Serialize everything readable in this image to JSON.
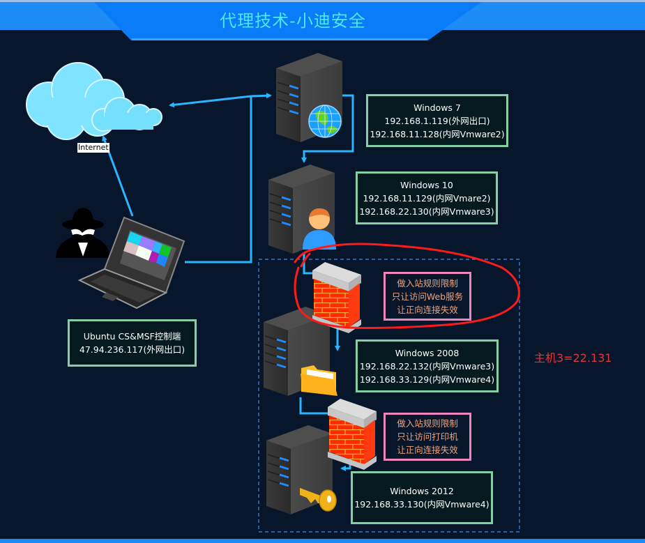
{
  "header": {
    "title": "代理技术-小迪安全",
    "bar_color": "#1e8cf5",
    "center_color": "#0a7cf8",
    "title_color": "#4ee6f0"
  },
  "colors": {
    "background": "#07162b",
    "connector": "#2bb5ff",
    "info_border": "#86cfa6",
    "rule_border": "#f085bd",
    "rule_text": "#f2a37a",
    "annotation": "#ff1a1a",
    "dashed_zone": "#3a8ef0"
  },
  "internet": {
    "label": "Internet",
    "icon": "cloud-icon"
  },
  "attacker": {
    "icons": [
      "hacker-icon",
      "laptop-icon"
    ],
    "box": {
      "line1": "Ubuntu CS&MSF控制端",
      "line2": "47.94.236.117(外网出口)"
    }
  },
  "hosts": [
    {
      "id": "win7",
      "icon": "globe-icon",
      "name": "Windows 7",
      "ips": [
        "192.168.1.119(外网出口)",
        "192.168.11.128(内网Vmware2)"
      ]
    },
    {
      "id": "win10",
      "icon": "user-icon",
      "name": "Windows 10",
      "ips": [
        "192.168.11.129(内网Vmare2)",
        "192.168.22.130(内网Vmware3)"
      ]
    },
    {
      "id": "win2008",
      "icon": "folder-icon",
      "name": "Windows 2008",
      "ips": [
        "192.168.22.132(内网Vmware3)",
        "192.168.33.129(内网Vmware4)"
      ]
    },
    {
      "id": "win2012",
      "icon": "key-icon",
      "name": "Windows 2012",
      "ips": [
        "192.168.33.130(内网Vmware4)"
      ]
    }
  ],
  "firewalls": [
    {
      "icon": "firewall-icon",
      "rules": [
        "做入站规则限制",
        "只让访问Web服务",
        "让正向连接失效"
      ]
    },
    {
      "icon": "firewall-icon",
      "rules": [
        "做入站规则限制",
        "只让访问打印机",
        "让正向连接失效"
      ]
    }
  ],
  "annotation": {
    "note": "主机3=22.131"
  }
}
